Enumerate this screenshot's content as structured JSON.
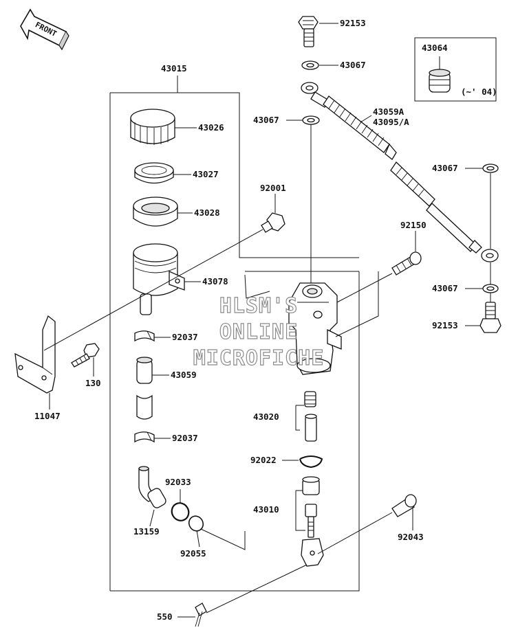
{
  "front_badge": "FRONT",
  "labels": {
    "p92153_top": "92153",
    "p43067_a": "43067",
    "p43064": "43064",
    "p43064_note": "(~' 04)",
    "p43015": "43015",
    "p43067_b": "43067",
    "p43059A": "43059A",
    "p43095A": "43095/A",
    "p43026": "43026",
    "p43027": "43027",
    "p43067_c": "43067",
    "p92001": "92001",
    "p43028": "43028",
    "p92150": "92150",
    "p43078": "43078",
    "p43067_d": "43067",
    "p92037_a": "92037",
    "p92153_bottom": "92153",
    "p43059": "43059",
    "p130": "130",
    "p11047": "11047",
    "p43020": "43020",
    "p92037_b": "92037",
    "p92022": "92022",
    "p92033": "92033",
    "p43010": "43010",
    "p13159": "13159",
    "p92043": "92043",
    "p92055": "92055",
    "p550": "550"
  },
  "watermark": {
    "line1": "HLSM'S",
    "line2": "ONLINE",
    "line3": "MICROFICHE"
  }
}
